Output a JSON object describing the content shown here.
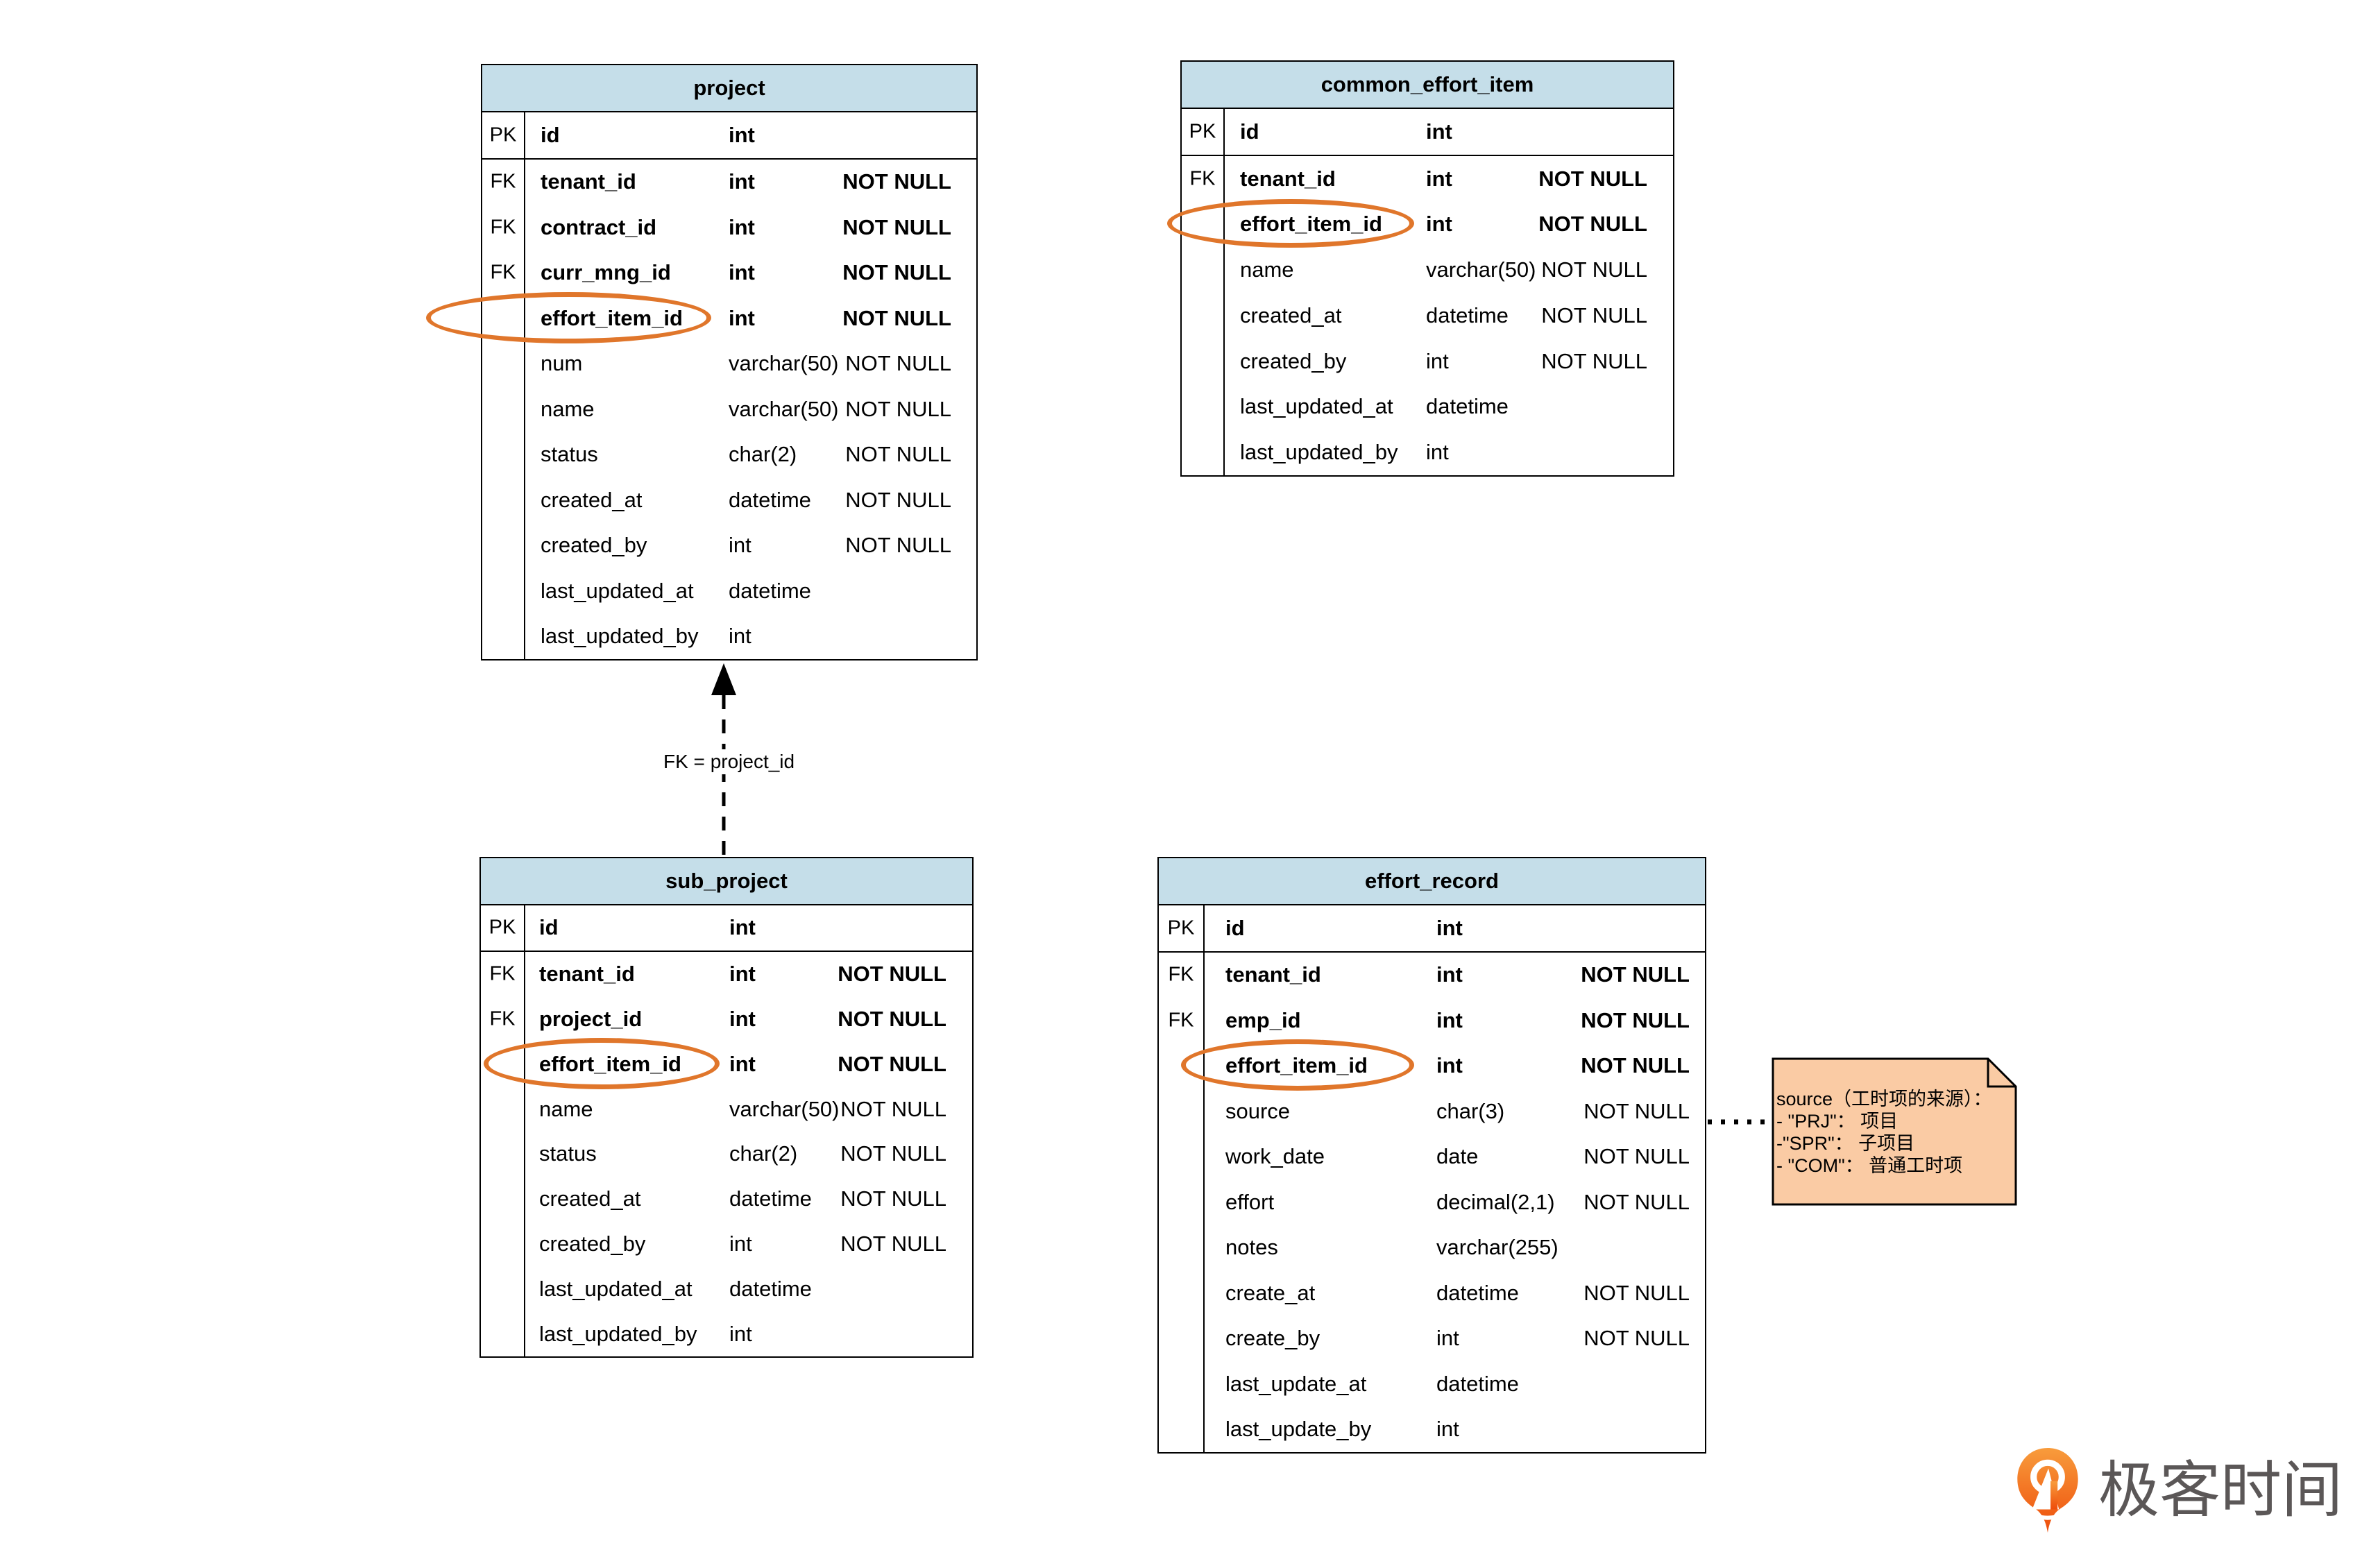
{
  "diagram": {
    "colors": {
      "table_header_fill": "#C5DEE9",
      "table_border": "#000000",
      "highlight_ellipse": "#E0762B",
      "note_fill": "#FACBA4",
      "note_border": "#000000",
      "connector": "#000000",
      "logo_orange_light": "#F89C3C",
      "logo_orange_dark": "#EE4D0B",
      "logo_text_color": "#5B5757"
    },
    "tables": [
      {
        "id": "project",
        "title": "project",
        "rows": [
          {
            "key": "PK",
            "name": "id",
            "type": "int",
            "nullable": "",
            "strong": true,
            "highlight": false
          },
          {
            "key": "FK",
            "name": "tenant_id",
            "type": "int",
            "nullable": "NOT NULL",
            "strong": true,
            "highlight": false
          },
          {
            "key": "FK",
            "name": "contract_id",
            "type": "int",
            "nullable": "NOT NULL",
            "strong": true,
            "highlight": false
          },
          {
            "key": "FK",
            "name": "curr_mng_id",
            "type": "int",
            "nullable": "NOT NULL",
            "strong": true,
            "highlight": false
          },
          {
            "key": "",
            "name": "effort_item_id",
            "type": "int",
            "nullable": "NOT NULL",
            "strong": true,
            "highlight": true
          },
          {
            "key": "",
            "name": "num",
            "type": "varchar(50)",
            "nullable": "NOT NULL",
            "strong": false,
            "highlight": false
          },
          {
            "key": "",
            "name": "name",
            "type": "varchar(50)",
            "nullable": "NOT NULL",
            "strong": false,
            "highlight": false
          },
          {
            "key": "",
            "name": "status",
            "type": "char(2)",
            "nullable": "NOT NULL",
            "strong": false,
            "highlight": false
          },
          {
            "key": "",
            "name": "created_at",
            "type": "datetime",
            "nullable": "NOT NULL",
            "strong": false,
            "highlight": false
          },
          {
            "key": "",
            "name": "created_by",
            "type": "int",
            "nullable": "NOT NULL",
            "strong": false,
            "highlight": false
          },
          {
            "key": "",
            "name": "last_updated_at",
            "type": "datetime",
            "nullable": "",
            "strong": false,
            "highlight": false
          },
          {
            "key": "",
            "name": "last_updated_by",
            "type": "int",
            "nullable": "",
            "strong": false,
            "highlight": false
          }
        ]
      },
      {
        "id": "common_effort_item",
        "title": "common_effort_item",
        "rows": [
          {
            "key": "PK",
            "name": "id",
            "type": "int",
            "nullable": "",
            "strong": true,
            "highlight": false
          },
          {
            "key": "FK",
            "name": "tenant_id",
            "type": "int",
            "nullable": "NOT NULL",
            "strong": true,
            "highlight": false
          },
          {
            "key": "",
            "name": "effort_item_id",
            "type": "int",
            "nullable": "NOT NULL",
            "strong": true,
            "highlight": true
          },
          {
            "key": "",
            "name": "name",
            "type": "varchar(50)",
            "nullable": "NOT NULL",
            "strong": false,
            "highlight": false
          },
          {
            "key": "",
            "name": "created_at",
            "type": "datetime",
            "nullable": "NOT NULL",
            "strong": false,
            "highlight": false
          },
          {
            "key": "",
            "name": "created_by",
            "type": "int",
            "nullable": "NOT NULL",
            "strong": false,
            "highlight": false
          },
          {
            "key": "",
            "name": "last_updated_at",
            "type": "datetime",
            "nullable": "",
            "strong": false,
            "highlight": false
          },
          {
            "key": "",
            "name": "last_updated_by",
            "type": "int",
            "nullable": "",
            "strong": false,
            "highlight": false
          }
        ]
      },
      {
        "id": "sub_project",
        "title": "sub_project",
        "rows": [
          {
            "key": "PK",
            "name": "id",
            "type": "int",
            "nullable": "",
            "strong": true,
            "highlight": false
          },
          {
            "key": "FK",
            "name": "tenant_id",
            "type": "int",
            "nullable": "NOT NULL",
            "strong": true,
            "highlight": false
          },
          {
            "key": "FK",
            "name": "project_id",
            "type": "int",
            "nullable": "NOT NULL",
            "strong": true,
            "highlight": false
          },
          {
            "key": "",
            "name": "effort_item_id",
            "type": "int",
            "nullable": "NOT NULL",
            "strong": true,
            "highlight": true
          },
          {
            "key": "",
            "name": "name",
            "type": "varchar(50)",
            "nullable": "NOT NULL",
            "strong": false,
            "highlight": false
          },
          {
            "key": "",
            "name": "status",
            "type": "char(2)",
            "nullable": "NOT NULL",
            "strong": false,
            "highlight": false
          },
          {
            "key": "",
            "name": "created_at",
            "type": "datetime",
            "nullable": "NOT NULL",
            "strong": false,
            "highlight": false
          },
          {
            "key": "",
            "name": "created_by",
            "type": "int",
            "nullable": "NOT NULL",
            "strong": false,
            "highlight": false
          },
          {
            "key": "",
            "name": "last_updated_at",
            "type": "datetime",
            "nullable": "",
            "strong": false,
            "highlight": false
          },
          {
            "key": "",
            "name": "last_updated_by",
            "type": "int",
            "nullable": "",
            "strong": false,
            "highlight": false
          }
        ]
      },
      {
        "id": "effort_record",
        "title": "effort_record",
        "rows": [
          {
            "key": "PK",
            "name": "id",
            "type": "int",
            "nullable": "",
            "strong": true,
            "highlight": false
          },
          {
            "key": "FK",
            "name": "tenant_id",
            "type": "int",
            "nullable": "NOT NULL",
            "strong": true,
            "highlight": false
          },
          {
            "key": "FK",
            "name": "emp_id",
            "type": "int",
            "nullable": "NOT NULL",
            "strong": true,
            "highlight": false
          },
          {
            "key": "",
            "name": "effort_item_id",
            "type": "int",
            "nullable": "NOT NULL",
            "strong": true,
            "highlight": true
          },
          {
            "key": "",
            "name": "source",
            "type": "char(3)",
            "nullable": "NOT NULL",
            "strong": false,
            "highlight": false
          },
          {
            "key": "",
            "name": "work_date",
            "type": "date",
            "nullable": "NOT NULL",
            "strong": false,
            "highlight": false
          },
          {
            "key": "",
            "name": "effort",
            "type": "decimal(2,1)",
            "nullable": "NOT NULL",
            "strong": false,
            "highlight": false
          },
          {
            "key": "",
            "name": "notes",
            "type": "varchar(255)",
            "nullable": "",
            "strong": false,
            "highlight": false
          },
          {
            "key": "",
            "name": "create_at",
            "type": "datetime",
            "nullable": "NOT NULL",
            "strong": false,
            "highlight": false
          },
          {
            "key": "",
            "name": "create_by",
            "type": "int",
            "nullable": "NOT NULL",
            "strong": false,
            "highlight": false
          },
          {
            "key": "",
            "name": "last_update_at",
            "type": "datetime",
            "nullable": "",
            "strong": false,
            "highlight": false
          },
          {
            "key": "",
            "name": "last_update_by",
            "type": "int",
            "nullable": "",
            "strong": false,
            "highlight": false
          }
        ]
      }
    ],
    "relation": {
      "label": "FK = project_id"
    },
    "note": {
      "lines": [
        "source（工时项的来源）：",
        "- \"PRJ\"： 项目",
        "-\"SPR\"： 子项目",
        "- \"COM\"： 普通工时项"
      ]
    },
    "logo": {
      "text": "极客时间"
    }
  }
}
